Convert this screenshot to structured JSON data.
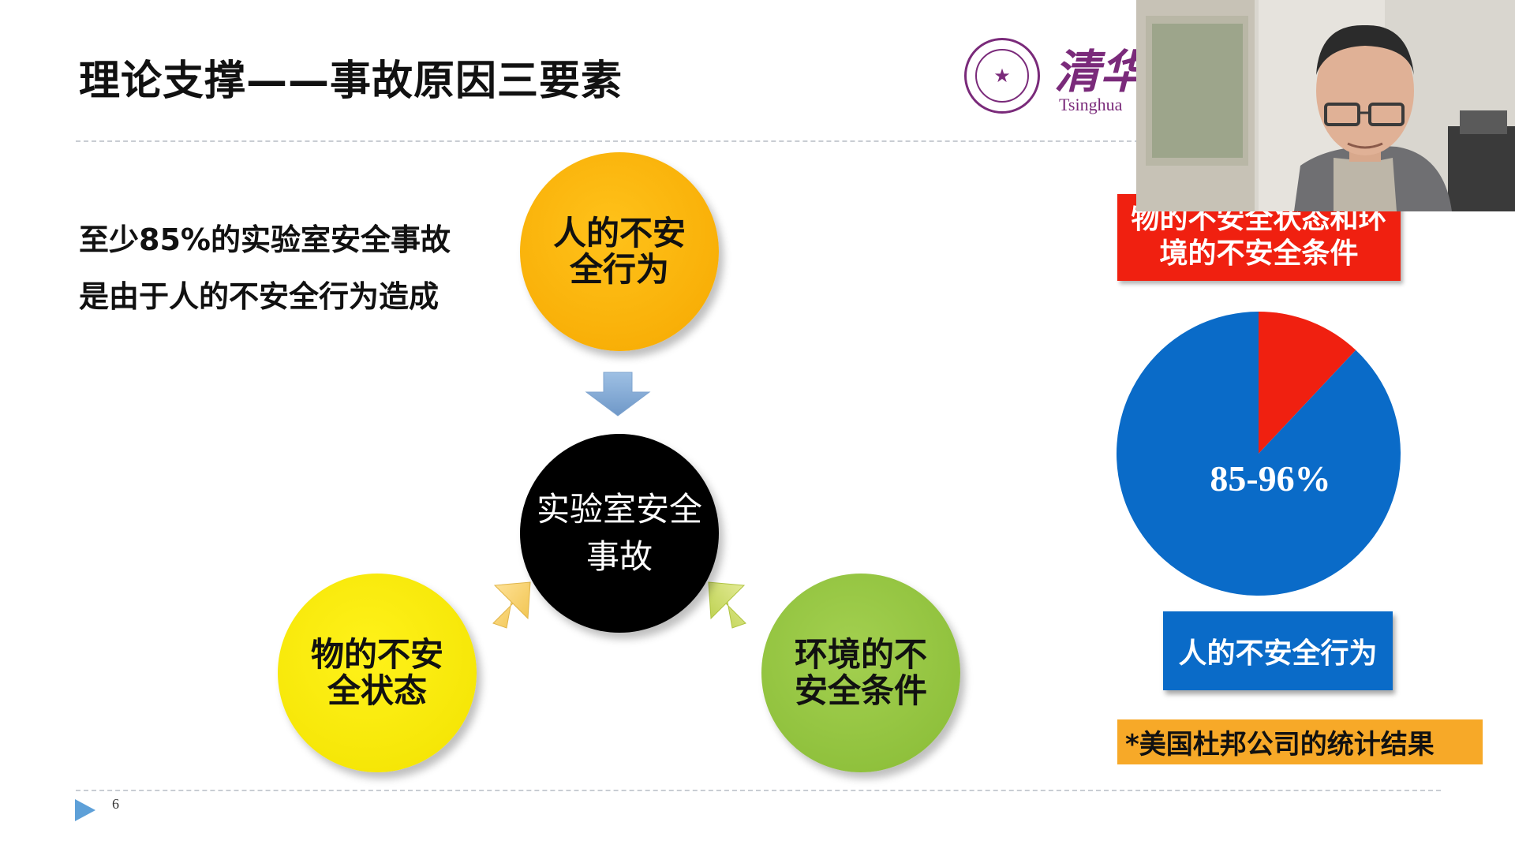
{
  "slide": {
    "title": "理论支撑——事故原因三要素",
    "claim": "至少85%的实验室安全事故是由于人的不安全行为造成",
    "page_number": "6"
  },
  "logo": {
    "chinese": "清华",
    "english": "Tsinghua",
    "seal_mark": "★"
  },
  "diagram": {
    "human": "人的不安全行为",
    "center": "实验室安全事故",
    "thing": "物的不安全状态",
    "environment": "环境的不安全条件"
  },
  "chart_data": {
    "type": "pie",
    "slices": [
      {
        "name": "人的不安全行为",
        "value": 88,
        "color": "#0a6bc8"
      },
      {
        "name": "物的不安全状态和环境的不安全条件",
        "value": 12,
        "color": "#f02010"
      }
    ],
    "data_label": "85-96%",
    "legend": {
      "red": "物的不安全状态和环境的不安全条件",
      "blue": "人的不安全行为"
    },
    "source": "*美国杜邦公司的统计结果"
  },
  "colors": {
    "human": "#f6a800",
    "center": "#000000",
    "thing": "#f2e200",
    "environment": "#88bb35",
    "pie_blue": "#0a6bc8",
    "pie_red": "#f02010",
    "source_bg": "#f7a928",
    "brand_purple": "#7a2a7a"
  }
}
